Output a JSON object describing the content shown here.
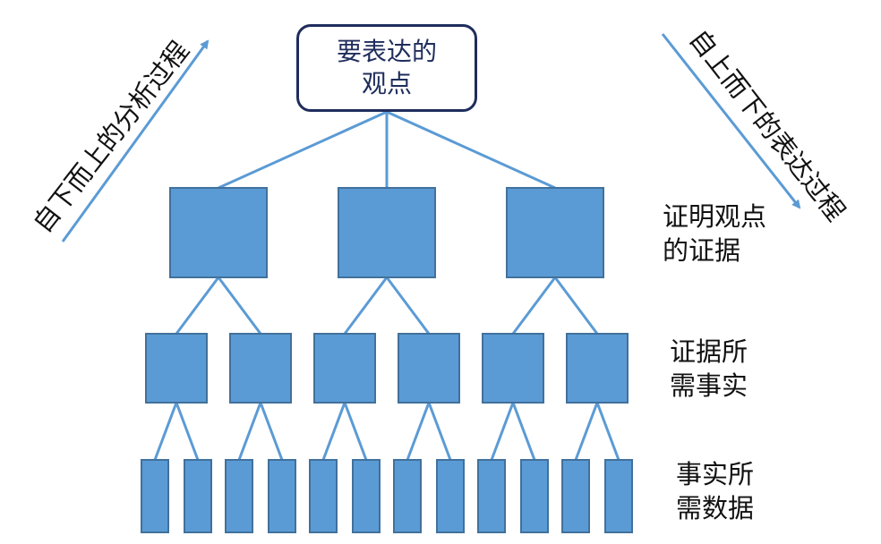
{
  "root": {
    "line1": "要表达的",
    "line2": "观点"
  },
  "levels": [
    {
      "line1": "证明观点",
      "line2": "的证据"
    },
    {
      "line1": "证据所",
      "line2": "需事实"
    },
    {
      "line1": "事实所",
      "line2": "需数据"
    }
  ],
  "arrows": {
    "left": "自下而上的分析过程",
    "right": "自上而下的表达过程"
  },
  "colors": {
    "box_fill": "#5b9bd5",
    "box_stroke": "#41719c",
    "line": "#5b9bd5",
    "root_border": "#1f2d5c"
  }
}
